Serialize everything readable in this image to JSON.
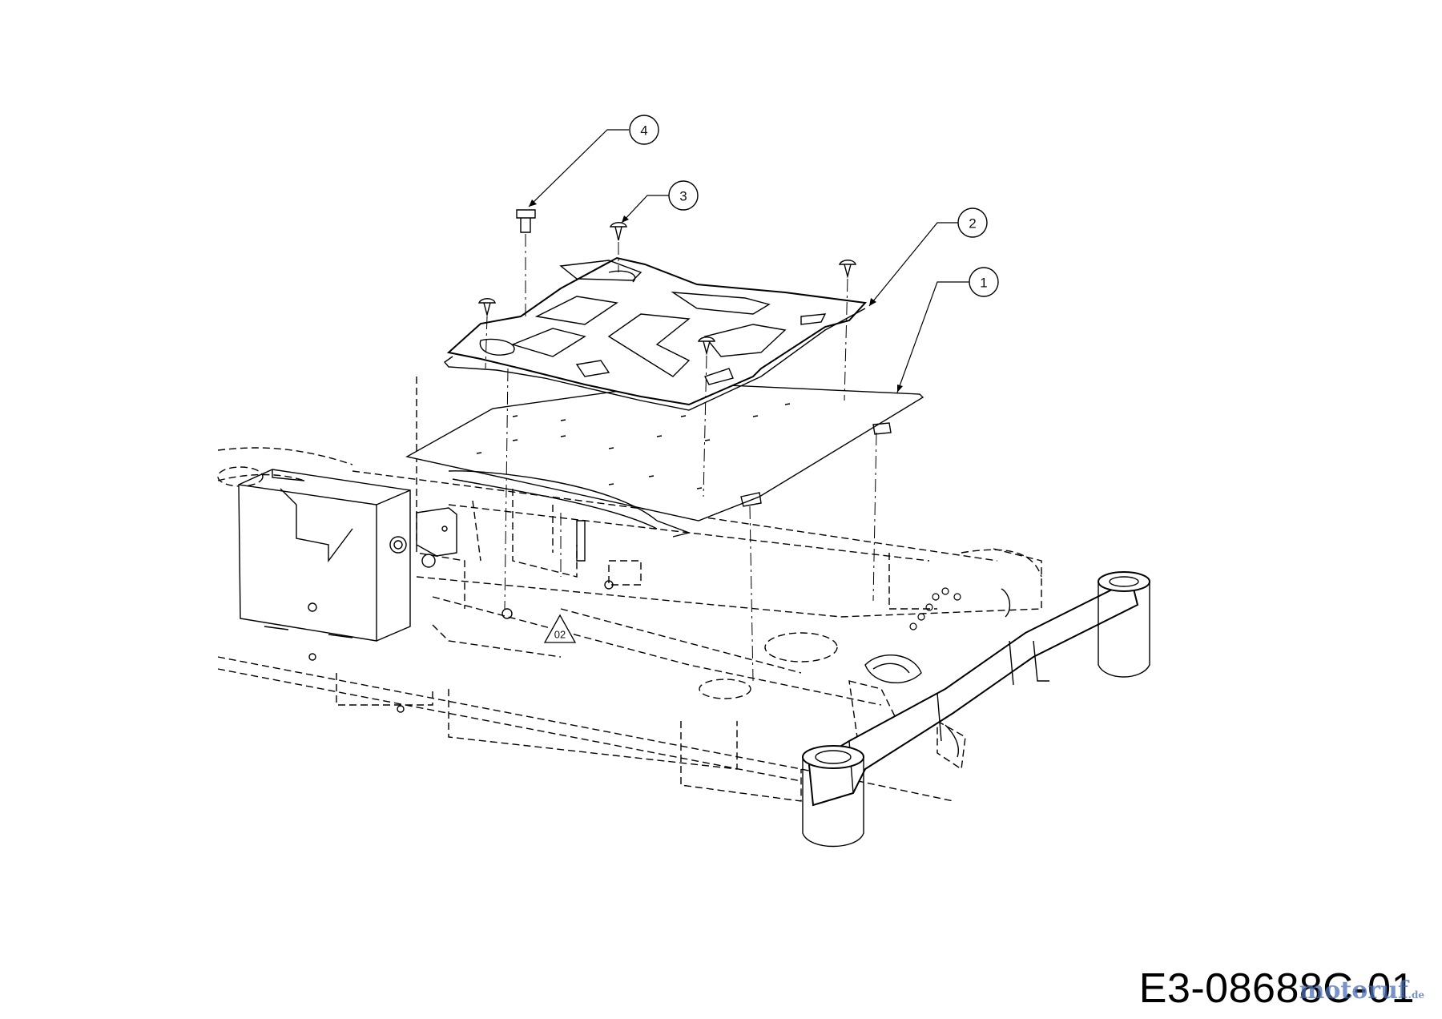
{
  "diagram": {
    "callouts": [
      {
        "id": "1",
        "label": "1"
      },
      {
        "id": "2",
        "label": "2"
      },
      {
        "id": "3",
        "label": "3"
      },
      {
        "id": "4",
        "label": "4"
      }
    ],
    "warning_mark": "02",
    "drawing_code": "E3-08688C-01",
    "watermark": {
      "text": "motoruf",
      "suffix": ".de",
      "color": "#4a6fb5"
    },
    "line_color": "#000000",
    "background": "#ffffff"
  }
}
